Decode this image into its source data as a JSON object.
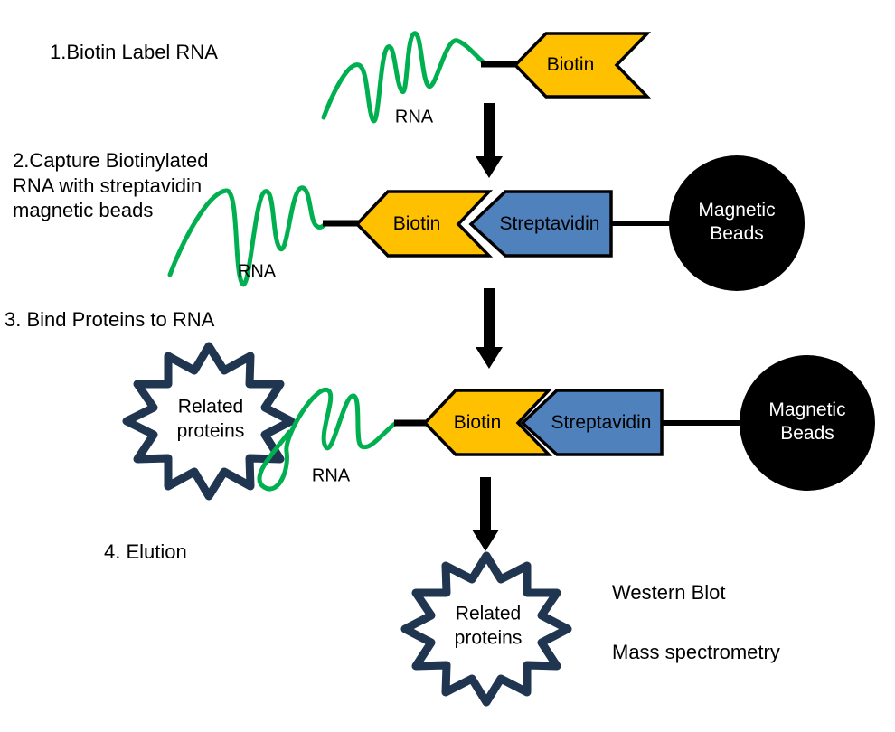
{
  "colors": {
    "biotin_fill": "#FFC000",
    "streptavidin_fill": "#4F81BD",
    "rna_green": "#00B050",
    "bead_fill": "#000000",
    "star_outline": "#1F3550",
    "arrow": "#000000",
    "text": "#000000",
    "background": "#FFFFFF"
  },
  "steps": [
    {
      "label": "1.Biotin Label RNA"
    },
    {
      "label": "2.Capture Biotinylated\nRNA with streptavidin\nmagnetic beads"
    },
    {
      "label": "3. Bind Proteins to RNA"
    },
    {
      "label": "4. Elution"
    }
  ],
  "labels": {
    "rna": "RNA",
    "biotin": "Biotin",
    "streptavidin": "Streptavidin",
    "magnetic_beads": "Magnetic\nBeads",
    "related_proteins": "Related\nproteins",
    "western_blot": "Western Blot",
    "mass_spectrometry": "Mass spectrometry"
  }
}
